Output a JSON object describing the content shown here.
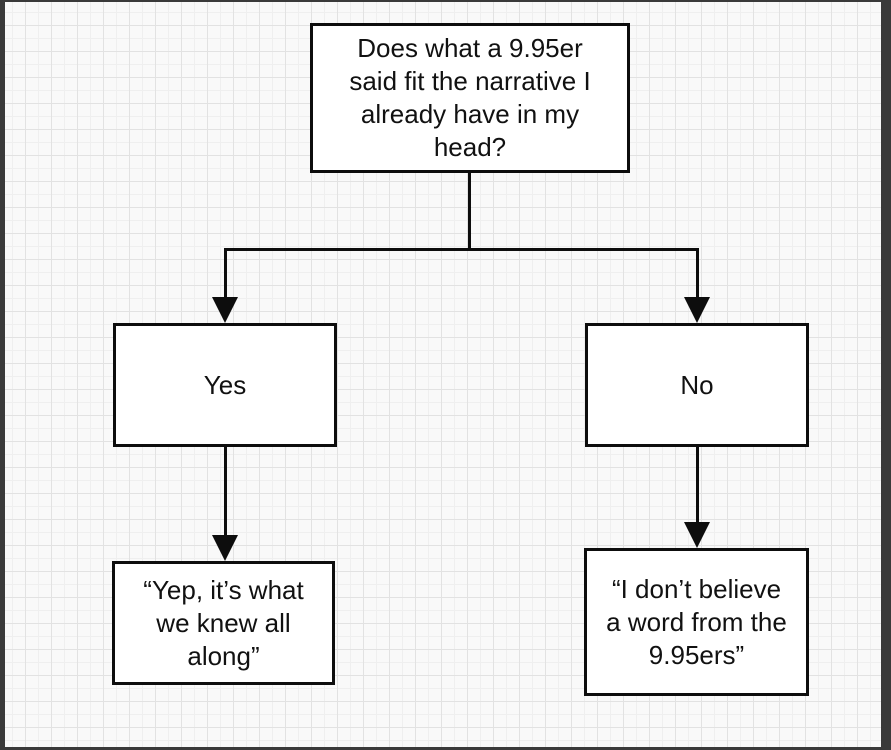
{
  "nodes": {
    "question": {
      "text": "Does what a 9.95er\nsaid fit the narrative I\nalready have in my\nhead?"
    },
    "yes_branch": {
      "label": "Yes"
    },
    "no_branch": {
      "label": "No"
    },
    "yes_outcome": {
      "text": "“Yep, it’s what\nwe knew all\nalong”"
    },
    "no_outcome": {
      "text": "“I don’t believe\na word from the\n9.95ers”"
    }
  },
  "colors": {
    "node_fill": "#ffffff",
    "node_border": "#0d0d0d",
    "connector": "#0d0d0d",
    "paper_background": "#f9f9f9",
    "grid_minor": "#efefef",
    "grid_major": "#e2e2e2",
    "screen_edge": "#3a3a3a"
  }
}
